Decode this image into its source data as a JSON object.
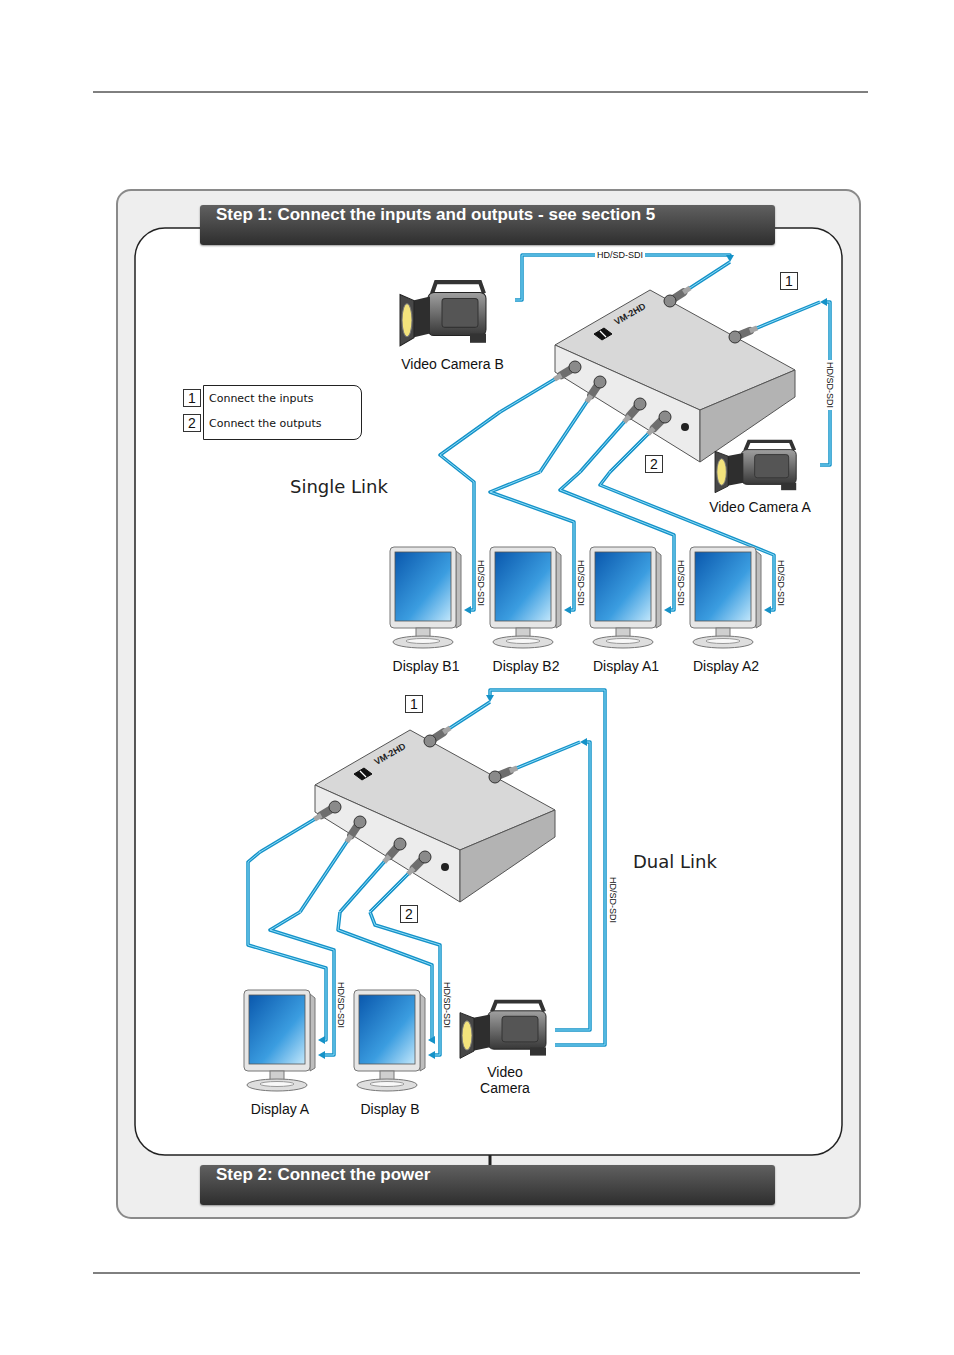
{
  "diagram": {
    "nodes": [
      {
        "text": [
          "Step 1: Connect the inputs and outputs - see section 5"
        ]
      },
      {
        "text": [
          "Video Camera B"
        ]
      },
      {
        "text": [
          "VM-2HD"
        ]
      },
      {
        "text": [
          "Video Camera A"
        ]
      },
      {
        "text": [
          "Display B1"
        ]
      },
      {
        "text": [
          "Display B2"
        ]
      },
      {
        "text": [
          "Display A1"
        ]
      },
      {
        "text": [
          "Display A2"
        ]
      },
      {
        "text": [
          "VM-2HD"
        ]
      },
      {
        "text": [
          "Video Camera"
        ]
      },
      {
        "text": [
          "Display A"
        ]
      },
      {
        "text": [
          "Display B"
        ]
      },
      {
        "text": [
          "Step 2: Connect the power"
        ]
      }
    ],
    "edges": [
      {
        "from": 1,
        "to": 2,
        "label": "HD/SD-SDI",
        "arrow": "to"
      },
      {
        "from": 3,
        "to": 2,
        "label": "HD/SD-SDI",
        "arrow": "to"
      },
      {
        "from": 2,
        "to": 4,
        "label": "HD/SD-SDI",
        "arrow": "to"
      },
      {
        "from": 2,
        "to": 5,
        "label": "HD/SD-SDI",
        "arrow": "to"
      },
      {
        "from": 2,
        "to": 6,
        "label": "HD/SD-SDI",
        "arrow": "to"
      },
      {
        "from": 2,
        "to": 7,
        "label": "HD/SD-SDI",
        "arrow": "to"
      },
      {
        "from": 9,
        "to": 8,
        "label": "HD/SD-SDI",
        "arrow": "to"
      },
      {
        "from": 9,
        "to": 8,
        "arrow": "to"
      },
      {
        "from": 8,
        "to": 10,
        "arrow": "to"
      },
      {
        "from": 8,
        "to": 10,
        "label": "HD/SD-SDI",
        "arrow": "to"
      },
      {
        "from": 8,
        "to": 11,
        "arrow": "to"
      },
      {
        "from": 8,
        "to": 11,
        "label": "HD/SD-SDI",
        "arrow": "to"
      }
    ],
    "labels": [
      "1",
      "2",
      "Single Link",
      "1",
      "2",
      "Dual Link",
      "1",
      "2"
    ],
    "legend": [
      {
        "text": "Connect the inputs"
      },
      {
        "text": "Connect the outputs"
      }
    ]
  }
}
